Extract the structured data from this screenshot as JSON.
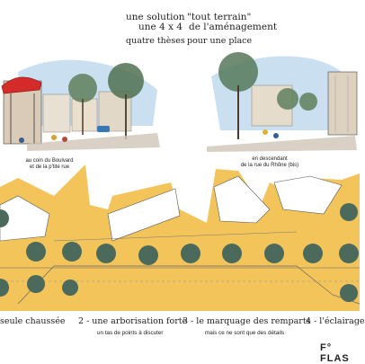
{
  "header": {
    "line1_left": "une solution",
    "line2_left": "une 4 x 4",
    "line1_right": "\"tout terrain\"",
    "line2_right": "de l'aménagement",
    "subtitle_left": "quatre thèses",
    "subtitle_right": "pour une place"
  },
  "sketch_left": {
    "caption_line1": "au coin du Boulvard",
    "caption_line2": "et de la p'tite rue"
  },
  "sketch_right": {
    "caption_line1": "en descendant",
    "caption_line2": "de la rue du Rhône (bis)"
  },
  "theses": [
    {
      "label": "seule chaussée",
      "note": ""
    },
    {
      "label": "2 - une arborisation forte",
      "note": "un tas de points à discuter"
    },
    {
      "label": "3 - le marquage des remparts",
      "note": "mais ce ne sont que des détails"
    },
    {
      "label": "4 - l'éclairage",
      "note": ""
    }
  ],
  "brand": "F° FLAS",
  "colors": {
    "plaza": "#f2c45a",
    "tree": "#4b6a5c",
    "awning": "#d42a2a",
    "sky": "#9fc7e6"
  }
}
